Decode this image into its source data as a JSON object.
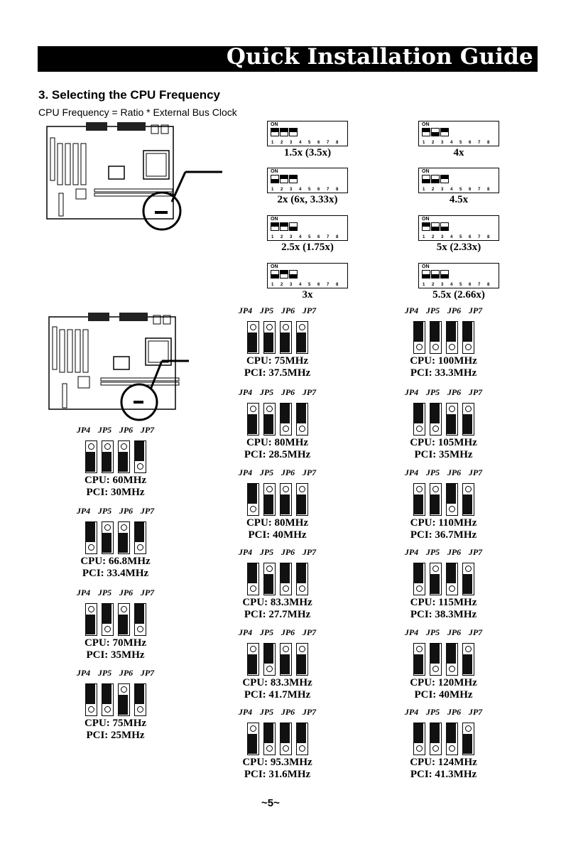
{
  "header": {
    "title": "Quick Installation Guide"
  },
  "section": {
    "heading": "3. Selecting the CPU Frequency",
    "formula": "CPU Frequency = Ratio * External Bus Clock"
  },
  "jumper_headers": [
    "JP4",
    "JP5",
    "JP6",
    "JP7"
  ],
  "dip_settings": [
    {
      "label": "1.5x (3.5x)",
      "switches": [
        "up",
        "up",
        "up"
      ]
    },
    {
      "label": "4x",
      "switches": [
        "up",
        "down",
        "up"
      ]
    },
    {
      "label": "2x (6x, 3.33x)",
      "switches": [
        "down",
        "up",
        "up"
      ]
    },
    {
      "label": "4.5x",
      "switches": [
        "down",
        "down",
        "up"
      ]
    },
    {
      "label": "2.5x (1.75x)",
      "switches": [
        "up",
        "up",
        "down"
      ]
    },
    {
      "label": "5x (2.33x)",
      "switches": [
        "up",
        "down",
        "down"
      ]
    },
    {
      "label": "3x",
      "switches": [
        "down",
        "up",
        "down"
      ]
    },
    {
      "label": "5.5x (2.66x)",
      "switches": [
        "down",
        "down",
        "down"
      ]
    }
  ],
  "jumper_settings": [
    {
      "cpu": "CPU: 60MHz",
      "pci": "PCI: 30MHz",
      "jumpers": [
        "low",
        "low",
        "low",
        "high"
      ]
    },
    {
      "cpu": "CPU: 66.8MHz",
      "pci": "PCI: 33.4MHz",
      "jumpers": [
        "high",
        "low",
        "low",
        "high"
      ]
    },
    {
      "cpu": "CPU: 70MHz",
      "pci": "PCI: 35MHz",
      "jumpers": [
        "low",
        "high",
        "low",
        "high"
      ]
    },
    {
      "cpu": "CPU: 75MHz",
      "pci": "PCI: 25MHz",
      "jumpers": [
        "high",
        "high",
        "low",
        "high"
      ]
    },
    {
      "cpu": "CPU: 75MHz",
      "pci": "PCI: 37.5MHz",
      "jumpers": [
        "low",
        "low",
        "low",
        "low"
      ]
    },
    {
      "cpu": "CPU: 80MHz",
      "pci": "PCI: 28.5MHz",
      "jumpers": [
        "low",
        "low",
        "high",
        "high"
      ]
    },
    {
      "cpu": "CPU: 80MHz",
      "pci": "PCI: 40MHz",
      "jumpers": [
        "high",
        "low",
        "low",
        "low"
      ]
    },
    {
      "cpu": "CPU: 83.3MHz",
      "pci": "PCI: 27.7MHz",
      "jumpers": [
        "high",
        "low",
        "high",
        "high"
      ]
    },
    {
      "cpu": "CPU: 83.3MHz",
      "pci": "PCI: 41.7MHz",
      "jumpers": [
        "low",
        "high",
        "low",
        "low"
      ]
    },
    {
      "cpu": "CPU: 95.3MHz",
      "pci": "PCI: 31.6MHz",
      "jumpers": [
        "low",
        "high",
        "high",
        "high"
      ]
    },
    {
      "cpu": "CPU: 100MHz",
      "pci": "PCI: 33.3MHz",
      "jumpers": [
        "high",
        "high",
        "high",
        "high"
      ]
    },
    {
      "cpu": "CPU: 105MHz",
      "pci": "PCI: 35MHz",
      "jumpers": [
        "high",
        "high",
        "low",
        "low"
      ]
    },
    {
      "cpu": "CPU: 110MHz",
      "pci": "PCI: 36.7MHz",
      "jumpers": [
        "low",
        "low",
        "high",
        "low"
      ]
    },
    {
      "cpu": "CPU: 115MHz",
      "pci": "PCI: 38.3MHz",
      "jumpers": [
        "high",
        "low",
        "high",
        "low"
      ]
    },
    {
      "cpu": "CPU: 120MHz",
      "pci": "PCI: 40MHz",
      "jumpers": [
        "low",
        "high",
        "high",
        "low"
      ]
    },
    {
      "cpu": "CPU: 124MHz",
      "pci": "PCI: 41.3MHz",
      "jumpers": [
        "high",
        "high",
        "high",
        "low"
      ]
    }
  ],
  "footer": {
    "page_number": "~5~"
  }
}
